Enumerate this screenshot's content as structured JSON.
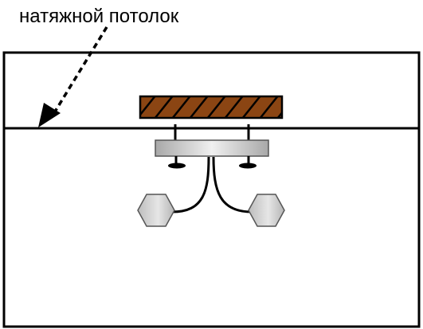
{
  "label": {
    "text": "натяжной потолок"
  },
  "colors": {
    "outline": "#000000",
    "mounting_bar": "#8b4513",
    "hatch": "#000000",
    "fixture_plate": "#c8c8c8",
    "lamp_shade": "#d0d0d0"
  },
  "icons": {
    "pointer": "dashed-arrow",
    "fixture": "ceiling-lamp",
    "lamps": "hexagon-bulb"
  }
}
